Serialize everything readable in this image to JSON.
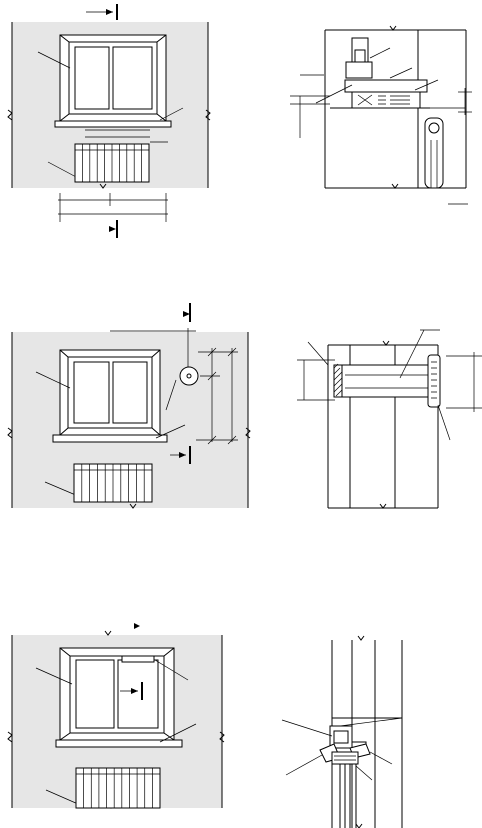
{
  "sheet": {
    "panels": [
      {
        "id": "elevation-1"
      },
      {
        "id": "section-1"
      },
      {
        "id": "elevation-2"
      },
      {
        "id": "section-2"
      },
      {
        "id": "elevation-3"
      },
      {
        "id": "section-3"
      }
    ]
  }
}
